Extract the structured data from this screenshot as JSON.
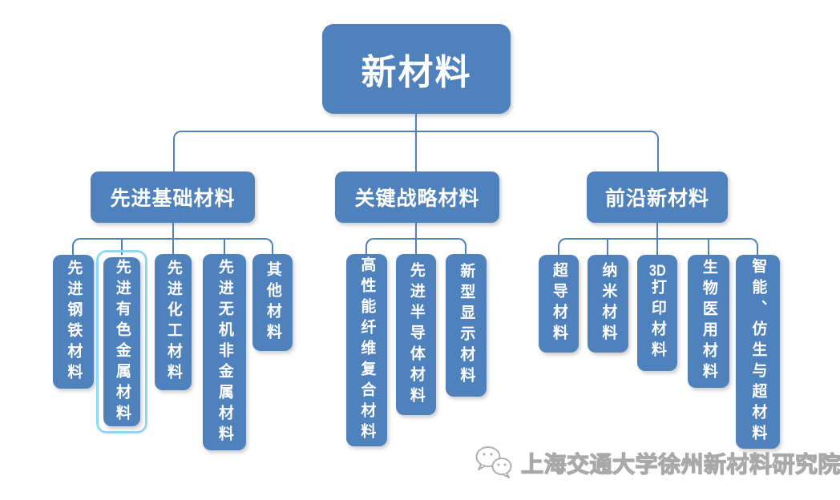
{
  "diagram": {
    "type": "org-chart",
    "root": {
      "label": "新材料"
    },
    "branches": [
      {
        "label": "先进基础材料",
        "children": [
          {
            "label": "先进钢铁材料"
          },
          {
            "label": "先进有色金属材料",
            "highlighted": true
          },
          {
            "label": "先进化工材料"
          },
          {
            "label": "先进无机非金属材料"
          },
          {
            "label": "其他材料"
          }
        ]
      },
      {
        "label": "关键战略材料",
        "children": [
          {
            "label": "高性能纤维复合材料"
          },
          {
            "label": "先进半导体材料"
          },
          {
            "label": "新型显示材料",
            "prefix": "",
            "suffix": ""
          }
        ]
      },
      {
        "label": "前沿新材料",
        "children": [
          {
            "label": "超导材料"
          },
          {
            "label": "纳米材料"
          },
          {
            "label": "3D打印材料",
            "prefix": "3D",
            "suffix": "打印材料"
          },
          {
            "label": "生物医用材料"
          },
          {
            "label": "智能、仿生与超材料"
          }
        ]
      }
    ]
  },
  "watermark": {
    "text": "上海交通大学徐州新材料研究院",
    "icon": "wechat-icon"
  },
  "colors": {
    "node_fill": "#4f81bd",
    "connector": "#4f81bd",
    "node_text": "#ffffff",
    "highlight_ring": "#92d8f6",
    "watermark_outline": "#a9a9a9",
    "background": "#ffffff"
  }
}
